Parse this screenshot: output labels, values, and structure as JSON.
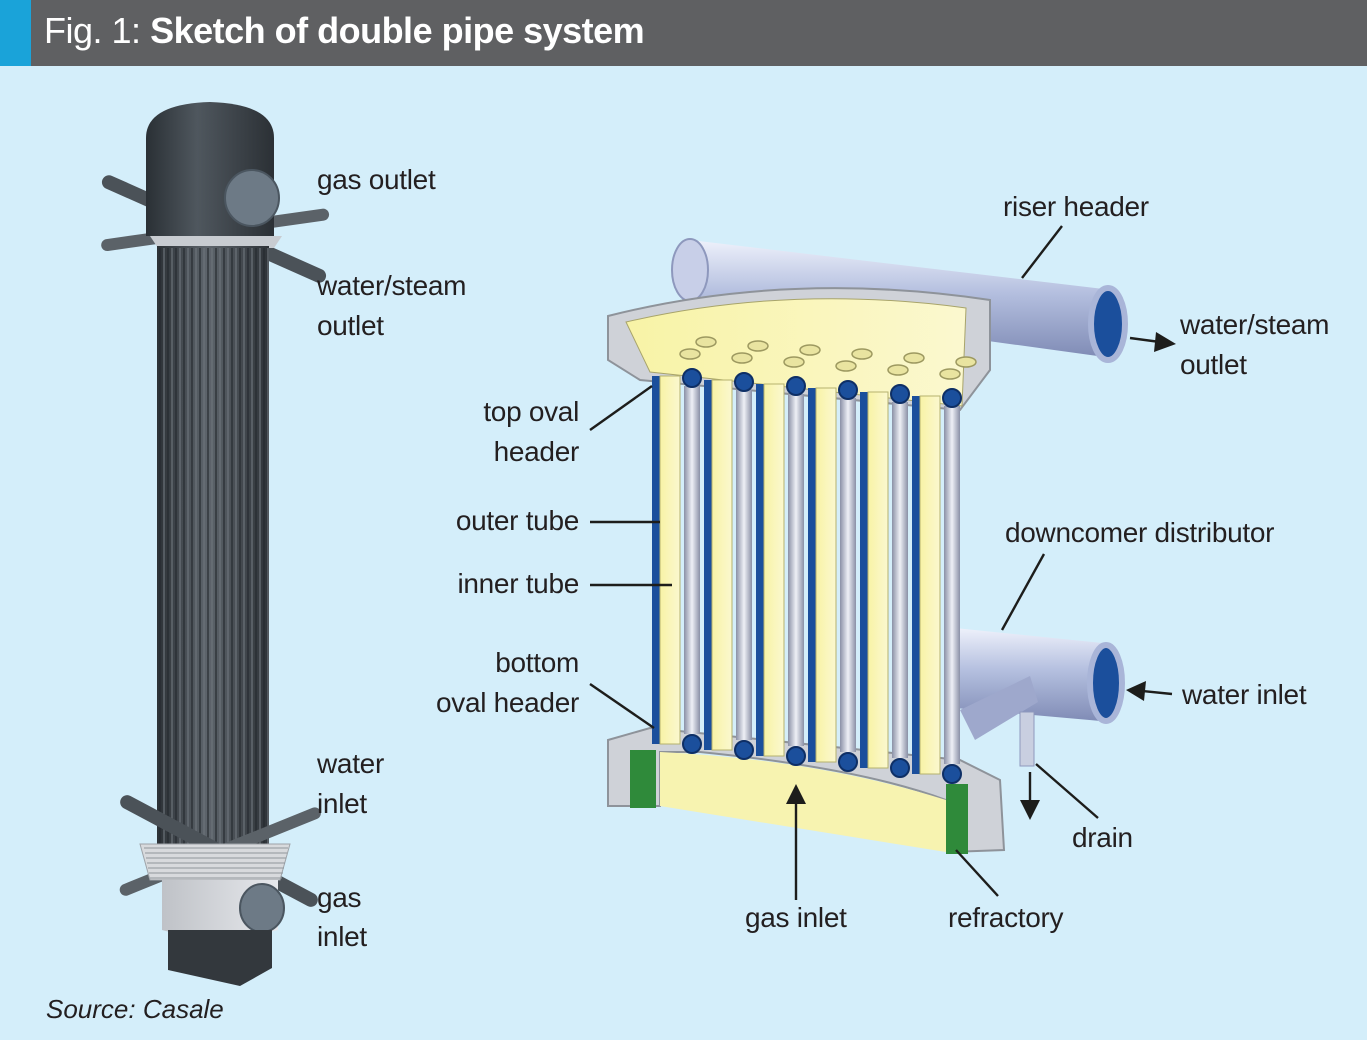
{
  "figure": {
    "title_prefix": "Fig. 1:",
    "title": "Sketch of double pipe system",
    "source": "Source: Casale"
  },
  "left_labels": {
    "gas_outlet": "gas outlet",
    "water_steam_outlet": [
      "water/steam",
      "outlet"
    ],
    "water_inlet": [
      "water",
      "inlet"
    ],
    "gas_inlet": [
      "gas",
      "inlet"
    ]
  },
  "right_labels": {
    "riser_header": "riser header",
    "water_steam_outlet": [
      "water/steam",
      "outlet"
    ],
    "top_oval_header": [
      "top oval",
      "header"
    ],
    "outer_tube": "outer tube",
    "inner_tube": "inner tube",
    "bottom_oval_header": [
      "bottom",
      "oval header"
    ],
    "downcomer_distributor": "downcomer distributor",
    "water_inlet": "water inlet",
    "drain": "drain",
    "gas_inlet": "gas inlet",
    "refractory": "refractory"
  },
  "colors": {
    "background": "#d4eefa",
    "title_bar": "#5f6062",
    "title_accent": "#1aa3d9",
    "vessel_dark": "#3f4449",
    "header_blue": "#a9b5d8",
    "tube_yellow": "#f6f2a8",
    "outer_blue": "#1b4f9c",
    "refractory_green": "#2f8a3a"
  }
}
